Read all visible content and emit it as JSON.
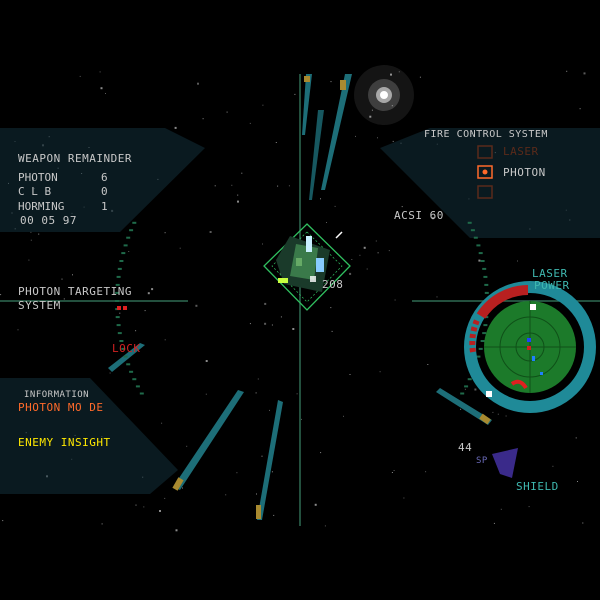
{
  "weapon_remainder": {
    "title": "WEAPON REMAINDER",
    "rows": [
      {
        "name": "PHOTON",
        "count": "6"
      },
      {
        "name": "C L B",
        "count": "0"
      },
      {
        "name": "HORMING",
        "count": "1"
      }
    ],
    "timer": "00 05 97"
  },
  "fire_control": {
    "title": "FIRE CONTROL SYSTEM",
    "options": [
      {
        "label": "LASER",
        "state": "dim"
      },
      {
        "label": "PHOTON",
        "state": "selected"
      },
      {
        "label": "",
        "state": "dim"
      }
    ]
  },
  "targeting": {
    "line1": "PHOTON TARGETING",
    "line2": "SYSTEM",
    "lock_label": "LOCK"
  },
  "information": {
    "title": "INFORMATION",
    "mode": "PHOTON MO DE",
    "status": "ENEMY INSIGHT"
  },
  "target": {
    "acsi_label": "ACSI 60",
    "distance": "208"
  },
  "laser_power": {
    "line1": "LASER",
    "line2": "POWER"
  },
  "shield": {
    "label": "SHIELD",
    "value": "44",
    "sp_label": "SP"
  },
  "colors": {
    "hud_text": "#c8c8c8",
    "accent_orange": "#ff6a2a",
    "alert_yellow": "#ffe800",
    "radar_green": "#1c7a2a",
    "ring_teal": "#1f8a98",
    "crosshair": "#2f6a52"
  }
}
